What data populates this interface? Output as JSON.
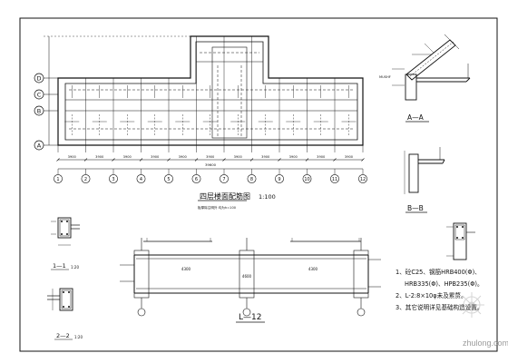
{
  "plan": {
    "title": "四层楼面配筋图",
    "scale": "1:100",
    "subtitle": "板厚除注明外 均为h=100",
    "axis_rows": [
      "D",
      "C",
      "B",
      "A"
    ],
    "axis_cols": [
      "1",
      "2",
      "3",
      "4",
      "5",
      "6",
      "7",
      "8",
      "9",
      "10",
      "11",
      "12"
    ],
    "dims": [
      "3900",
      "3900",
      "3900",
      "3900",
      "3900",
      "3900",
      "3900",
      "3900",
      "3900",
      "3900",
      "3900"
    ],
    "total_dim": "39600"
  },
  "sections": {
    "aa_label": "A—A",
    "bb_label": "B—B",
    "s11_label": "1—1",
    "s22_label": "2—2",
    "s11_scale": "1:20",
    "s22_scale": "1:20",
    "aa_dim": "MUSHF"
  },
  "beam": {
    "label": "L—12",
    "dims": [
      "4300",
      "4600",
      "4300"
    ]
  },
  "notes": [
    "1、砼C25、钢筋HRB400(Φ)、",
    "HRB335(Φ)、HPB235(Φ)。",
    "2、L-2:8×10φ未及累赘。",
    "3、其它说明详见基础构造设置。"
  ],
  "watermark": "zhulong.com"
}
